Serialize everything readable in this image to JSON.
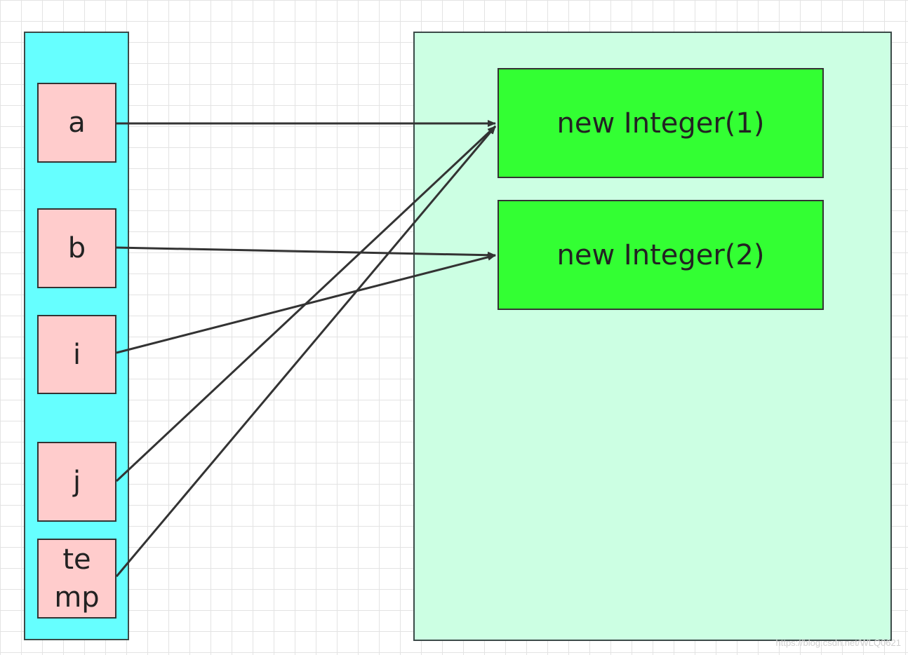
{
  "stack": {
    "variables": [
      {
        "label": "a"
      },
      {
        "label": "b"
      },
      {
        "label": "i"
      },
      {
        "label": "j"
      },
      {
        "label": "te\nmp"
      }
    ]
  },
  "heap": {
    "objects": [
      {
        "label": "new Integer(1)"
      },
      {
        "label": "new Integer(2)"
      }
    ]
  },
  "references": [
    {
      "from": "a",
      "to": "new Integer(1)"
    },
    {
      "from": "b",
      "to": "new Integer(2)"
    },
    {
      "from": "i",
      "to": "new Integer(2)"
    },
    {
      "from": "j",
      "to": "new Integer(1)"
    },
    {
      "from": "temp",
      "to": "new Integer(1)"
    }
  ],
  "watermark": "https://blog.csdn.net/WLQ0621",
  "colors": {
    "stack_bg": "#66ffff",
    "heap_bg": "#ccffe3",
    "variable_bg": "#ffcccc",
    "object_bg": "#33ff33",
    "arrow": "#333333"
  }
}
